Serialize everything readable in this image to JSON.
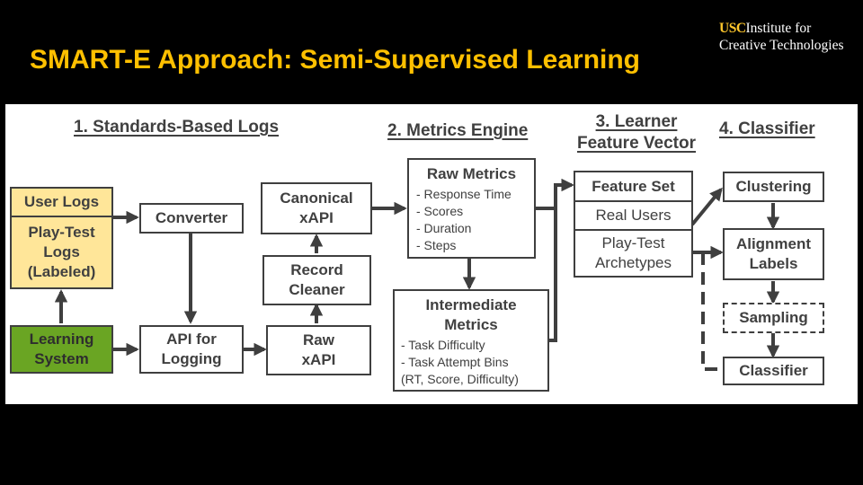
{
  "title": "SMART-E Approach: Semi-Supervised Learning",
  "logo": {
    "usc": "USC",
    "line1": "Institute for",
    "line2": "Creative Technologies"
  },
  "headings": {
    "h1": "1. Standards-Based Logs",
    "h2": "2. Metrics Engine",
    "h3a": "3. Learner",
    "h3b": "Feature Vector",
    "h4": "4. Classifier"
  },
  "boxes": {
    "user_logs": "User Logs",
    "play_test_logs": "Play-Test\nLogs\n(Labeled)",
    "learning_system": "Learning\nSystem",
    "converter": "Converter",
    "api_for_logging": "API for\nLogging",
    "canonical_xapi": "Canonical\nxAPI",
    "record_cleaner": "Record\nCleaner",
    "raw_xapi": "Raw\nxAPI",
    "raw_metrics": {
      "title": "Raw Metrics",
      "items": [
        "- Response Time",
        "- Scores",
        "- Duration",
        "- Steps"
      ]
    },
    "intermediate_metrics": {
      "title": "Intermediate\nMetrics",
      "items": [
        "- Task Difficulty",
        "- Task Attempt Bins",
        "(RT, Score, Difficulty)"
      ]
    },
    "feature_set": "Feature Set",
    "real_users": "Real Users",
    "play_test_archetypes": "Play-Test\nArchetypes",
    "clustering": "Clustering",
    "alignment_labels": "Alignment\nLabels",
    "sampling": "Sampling",
    "classifier": "Classifier"
  },
  "colors": {
    "background": "#000000",
    "title": "#ffc000",
    "yellow_box": "#ffe699",
    "green_box": "#6aa523",
    "stroke": "#3f3f3f"
  }
}
